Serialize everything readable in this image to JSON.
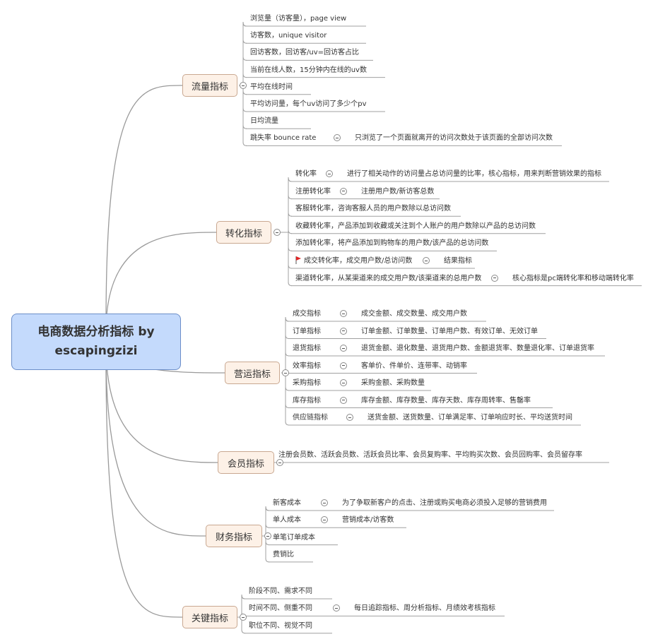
{
  "root": {
    "title": "电商数据分析指标 by escapingzizi"
  },
  "topics": [
    {
      "label": "流量指标",
      "children": [
        {
          "text": "浏览量（访客量），page view"
        },
        {
          "text": "访客数，unique visitor"
        },
        {
          "text": "回访客数，回访客/uv=回访客占比"
        },
        {
          "text": "当前在线人数，15分钟内在线的uv数"
        },
        {
          "text": "平均在线时间"
        },
        {
          "text": "平均访问量，每个uv访问了多少个pv"
        },
        {
          "text": "日均流量"
        },
        {
          "text": "跳失率 bounce rate",
          "note": "只浏览了一个页面就离开的访问次数处于该页面的全部访问次数"
        }
      ]
    },
    {
      "label": "转化指标",
      "children": [
        {
          "text": "转化率",
          "note": "进行了相关动作的访问量占总访问量的比率，核心指标，用来判断营销效果的指标"
        },
        {
          "text": "注册转化率",
          "note": "注册用户数/新访客总数"
        },
        {
          "text": "客服转化率，咨询客服人员的用户数除以总访问数"
        },
        {
          "text": "收藏转化率，产品添加到收藏或关注到个人账户的用户数除以产品的总访问数"
        },
        {
          "text": "添加转化率，将产品添加到购物车的用户数/该产品的总访问数"
        },
        {
          "text": "成交转化率，成交用户数/总访问数",
          "note": "结果指标",
          "flag": "red-flag-icon"
        },
        {
          "text": "渠道转化率，从某渠道来的成交用户数/该渠道来的总用户数",
          "note": "核心指标是pc端转化率和移动端转化率"
        }
      ]
    },
    {
      "label": "营运指标",
      "children": [
        {
          "text": "成交指标",
          "note": "成交金额、成交数量、成交用户数"
        },
        {
          "text": "订单指标",
          "note": "订单金额、订单数量、订单用户数、有效订单、无效订单"
        },
        {
          "text": "退货指标",
          "note": "退货金额、退化数量、退货用户数、金额退货率、数量退化率、订单退货率"
        },
        {
          "text": "效率指标",
          "note": "客单价、件单价、连带率、动销率"
        },
        {
          "text": "采购指标",
          "note": "采购金额、采购数量"
        },
        {
          "text": "库存指标",
          "note": "库存金额、库存数量、库存天数、库存周转率、售罄率"
        },
        {
          "text": "供应链指标",
          "note": "送货金额、送货数量、订单满足率、订单响应时长、平均送货时间"
        }
      ]
    },
    {
      "label": "会员指标",
      "children": [
        {
          "text": "注册会员数、活跃会员数、活跃会员比率、会员复购率、平均购买次数、会员回购率、会员留存率"
        }
      ]
    },
    {
      "label": "财务指标",
      "children": [
        {
          "text": "新客成本",
          "note": "为了争取新客户的点击、注册或购买电商必须投入足够的营销费用"
        },
        {
          "text": "单人成本",
          "note": "营销成本/访客数"
        },
        {
          "text": "单笔订单成本"
        },
        {
          "text": "费销比"
        }
      ]
    },
    {
      "label": "关键指标",
      "children": [
        {
          "text": "阶段不同、需求不同"
        },
        {
          "text": "时间不同、侧重不同",
          "note": "每日追踪指标、周分析指标、月绩效考核指标"
        },
        {
          "text": "职位不同、视觉不同"
        }
      ]
    }
  ]
}
